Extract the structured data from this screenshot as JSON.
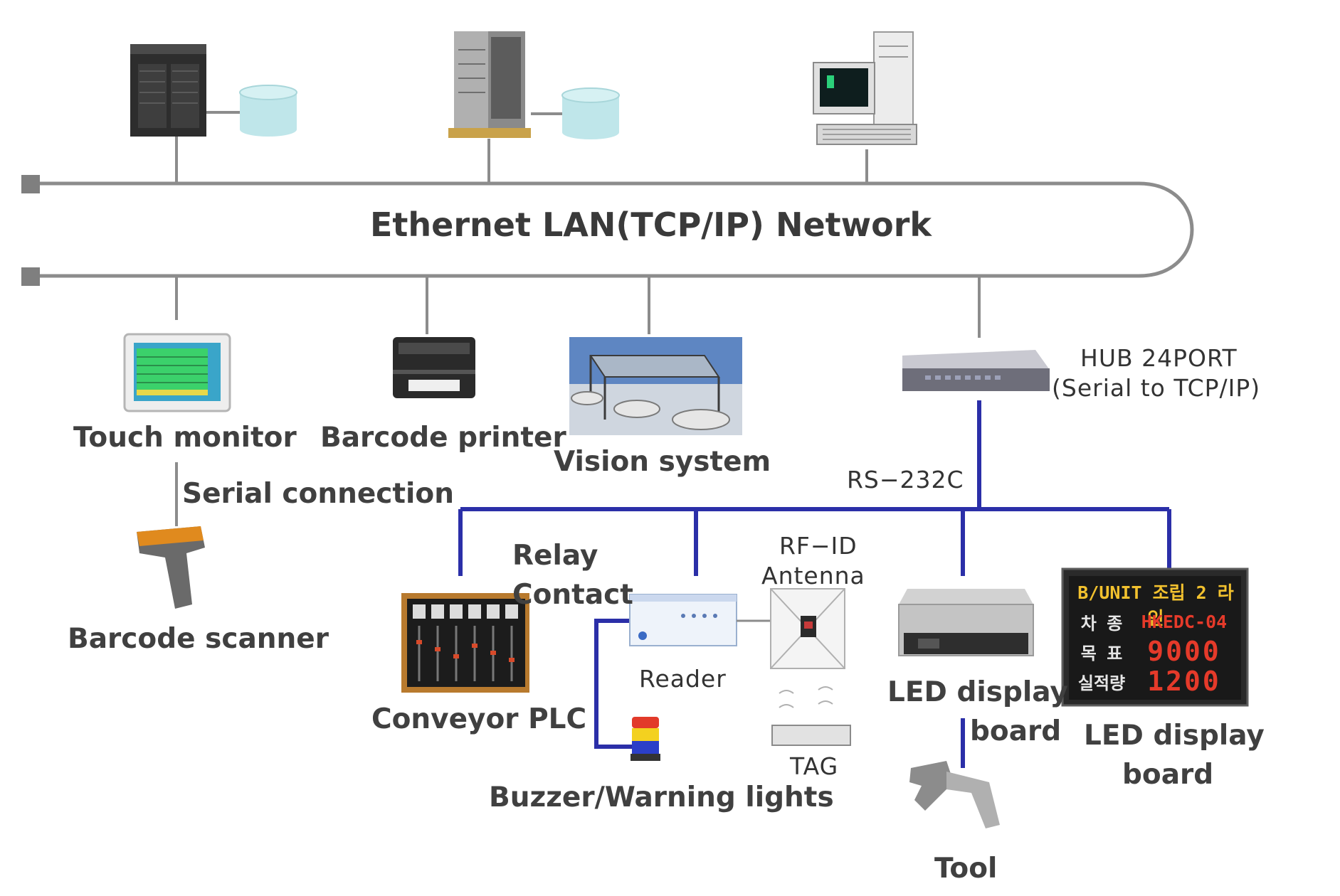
{
  "network": {
    "title": "Ethernet LAN(TCP/IP) Network"
  },
  "hub": {
    "line1": "HUB 24PORT",
    "line2": "(Serial to TCP/IP)"
  },
  "rs232": {
    "label": "RS−232C"
  },
  "devices": {
    "touch_monitor": "Touch monitor",
    "barcode_printer": "Barcode printer",
    "vision_system": "Vision system",
    "serial_connection": "Serial connection",
    "barcode_scanner": "Barcode scanner",
    "relay_contact_1": "Relay",
    "relay_contact_2": "Contact",
    "conveyor_plc": "Conveyor PLC",
    "rfid_1": "RF−ID",
    "rfid_2": "Antenna",
    "reader": "Reader",
    "tag": "TAG",
    "buzzer": "Buzzer/Warning lights",
    "led_board_1_line1": "LED display",
    "led_board_1_line2": "board",
    "led_board_2_line1": "LED display",
    "led_board_2_line2": "board",
    "tool": "Tool"
  },
  "led_panel": {
    "header": "B/UNIT 조립 2 라인",
    "rows": [
      {
        "label": "차 종",
        "value": "HKEDC-04"
      },
      {
        "label": "목 표",
        "value": "9000"
      },
      {
        "label": "실적량",
        "value": "1200"
      }
    ]
  },
  "colors": {
    "ethernet_line": "#8c8c8c",
    "serial_bus": "#2b2fa8",
    "label_text": "#404040",
    "database": "#bfe6ea"
  }
}
